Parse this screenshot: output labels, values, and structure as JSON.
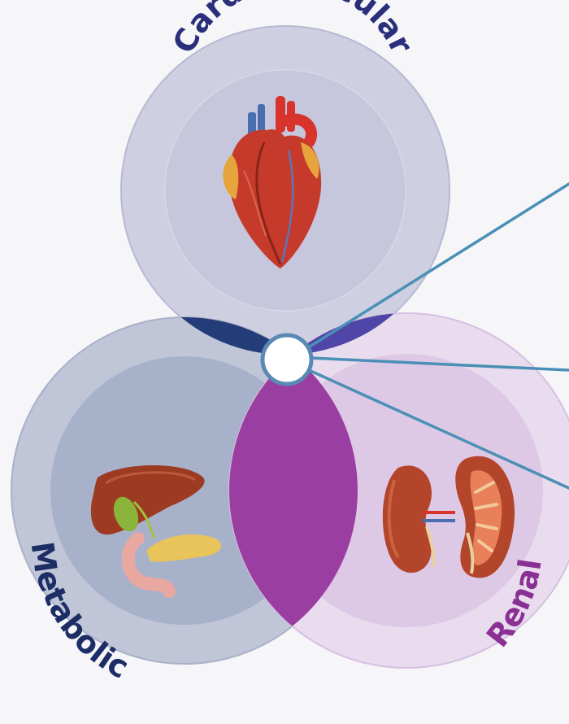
{
  "labels": {
    "cardiovascular": "Cardiovascular",
    "metabolic": "Metabolic",
    "renal": "Renal"
  },
  "colors": {
    "background": "#f6f6f9",
    "cardiovascular_ring": "#cfcfe2",
    "cardiovascular_fill": "#c6c6dd",
    "metabolic_ring": "#c0c6d8",
    "metabolic_fill": "#a3adc8",
    "renal_ring": "#e6d6ea",
    "renal_fill": "#dbc5e3",
    "cv_metabolic_overlap": "#243c78",
    "cv_renal_overlap": "#4f46a8",
    "metabolic_renal_overlap": "#9a3ea2",
    "center_overlap": "#ee5a6e",
    "center_node_stroke": "#5a8ab4",
    "pointer_line": "#4a8fb5",
    "text_cardiovascular": "#2a2f7a",
    "text_metabolic": "#1d2e66",
    "text_renal": "#8a2f94"
  },
  "icons": {
    "heart": "heart-icon",
    "liver": "liver-icon",
    "kidneys": "kidneys-icon"
  }
}
